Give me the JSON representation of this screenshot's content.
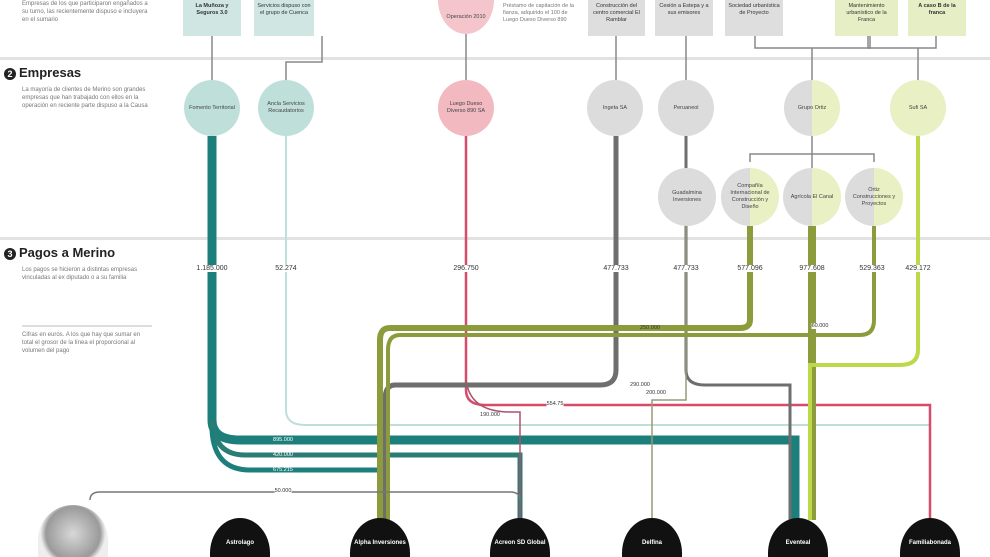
{
  "intro_text": "Empresas de los que participaron engañados a su turno, las recientemente dispuso e incluyera en el sumario",
  "sections": [
    {
      "num": "2",
      "title": "Empresas",
      "text": "La mayoría de clientes de Merino son grandes empresas que han trabajado con ellos en la operación en reciente parte dispuso a la Causa"
    },
    {
      "num": "3",
      "title": "Pagos a Merino",
      "text": "Los pagos se hicieron a distintas empresas vinculadas al ex diputado o a su familia"
    }
  ],
  "legend_note": "Cifras en euros. A los que hay que sumar en total el grosor de la línea el proporcional al volumen del pago",
  "top_boxes": [
    {
      "label": "La Muñoza y Seguros 3.0",
      "color": "#cfe6e2"
    },
    {
      "label": "Servicios dispuso con el grupo de Cuenca",
      "color": "#cfe6e2"
    },
    {
      "label": "Operación 2010",
      "color": "#f4c6cc"
    },
    {
      "label": "Construcción del centro comercial El Ramblar",
      "color": "#dedede"
    },
    {
      "label": "Cesión a Estepa y a sus emisores",
      "color": "#dedede"
    },
    {
      "label": "Sociedad urbanística de Proyecto",
      "color": "#dedede"
    },
    {
      "label": "Mantenimiento urbanístico de la Franca",
      "color": "#e6eec6"
    },
    {
      "label": "A caso B de la franca",
      "color": "#e6eec6"
    }
  ],
  "top_side_text": "Préstamo de capitación de la fianza, adquirido el 100 de Luego Dueso Diverso 890",
  "companies": [
    {
      "name": "Fomento Territorial",
      "color": "#bfe0da"
    },
    {
      "name": "Ancla Servicios Recaudatorios",
      "color": "#bfe0da"
    },
    {
      "name": "Luego Dueso Diverso 890 SA",
      "color": "#f2b9c1"
    },
    {
      "name": "Ingeta SA",
      "color": "#dcdcdc"
    },
    {
      "name": "Peruaneol",
      "color": "#dcdcdc"
    },
    {
      "name": "Grupo Ortiz",
      "color": "#dcdcdc"
    },
    {
      "name": "Sufi SA",
      "color": "#e8f0c4"
    }
  ],
  "subsidiaries": [
    {
      "name": "Guadalmina Inversiones"
    },
    {
      "name": "Compañía Internacional de Construcción y Diseño"
    },
    {
      "name": "Agrícola El Canal"
    },
    {
      "name": "Ortiz Construcciones y Proyectos"
    }
  ],
  "payments": [
    "1.185.000",
    "52.274",
    "296.750",
    "477.733",
    "477.733",
    "577.096",
    "977.608",
    "529.363",
    "429.172"
  ],
  "flow_labels": [
    "895.000",
    "420.000",
    "675.215",
    "50.000",
    "554.75",
    "190.000",
    "250.000",
    "290.000",
    "200.000",
    "60.000"
  ],
  "destinations": [
    "Astrolago",
    "Alpha Inversiones",
    "Acreon SD Global",
    "Delfina",
    "Eventeal",
    "Familiabonada"
  ],
  "colors": {
    "teal": "#1d7f7c",
    "teal_light": "#bfe0da",
    "pink": "#d64d6c",
    "gray": "#777777",
    "olive": "#8c9c3c",
    "lime": "#bcd94a"
  }
}
